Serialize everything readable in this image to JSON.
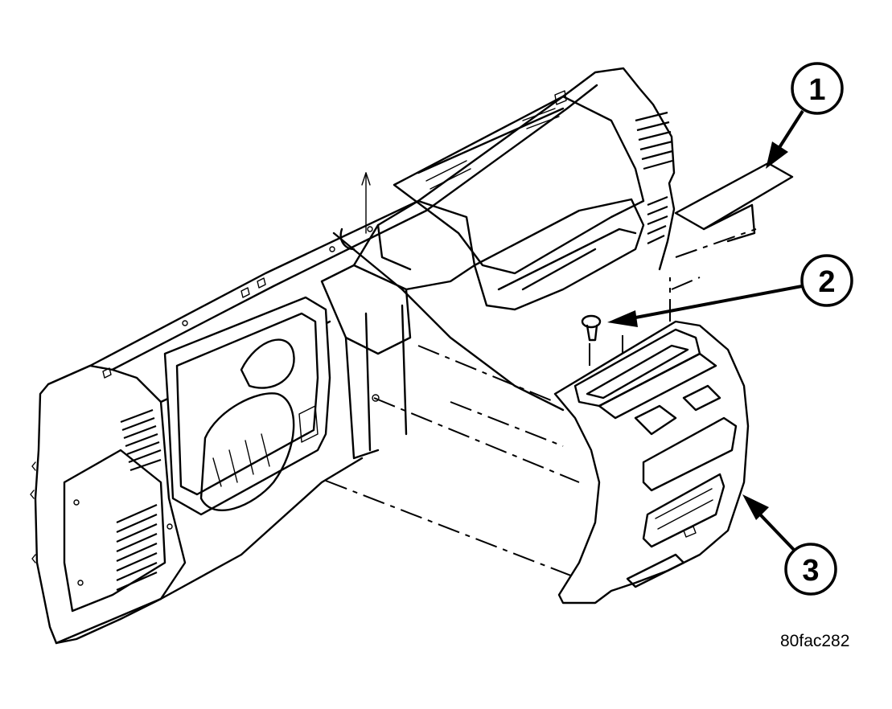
{
  "callouts": [
    {
      "id": "1",
      "label": "1"
    },
    {
      "id": "2",
      "label": "2"
    },
    {
      "id": "3",
      "label": "3"
    }
  ],
  "figure_code": "80fac282",
  "colors": {
    "ink": "#000000",
    "paper": "#ffffff"
  }
}
